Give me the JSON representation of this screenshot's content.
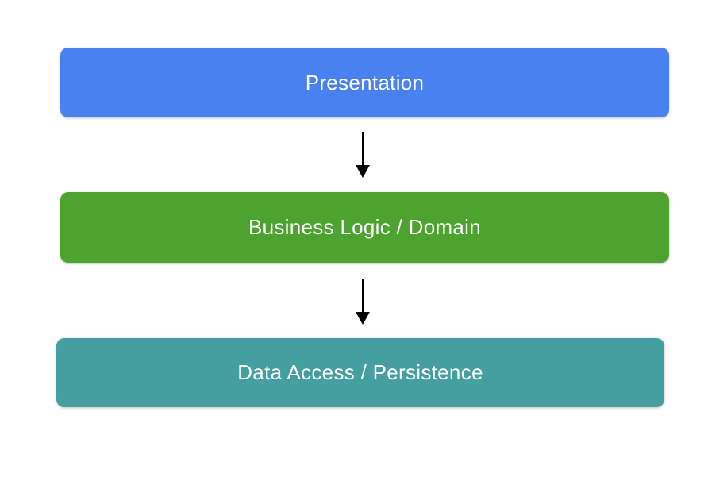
{
  "diagram": {
    "background": "#FFFFFF",
    "text_color": "#FFFFFF",
    "layers": [
      {
        "label": "Presentation",
        "color": "#4A81F0"
      },
      {
        "label": "Business Logic / Domain",
        "color": "#4CA330"
      },
      {
        "label": "Data Access / Persistence",
        "color": "#459FA0"
      }
    ],
    "arrows": [
      {
        "direction": "down",
        "color": "#000000"
      },
      {
        "direction": "down",
        "color": "#000000"
      }
    ]
  }
}
